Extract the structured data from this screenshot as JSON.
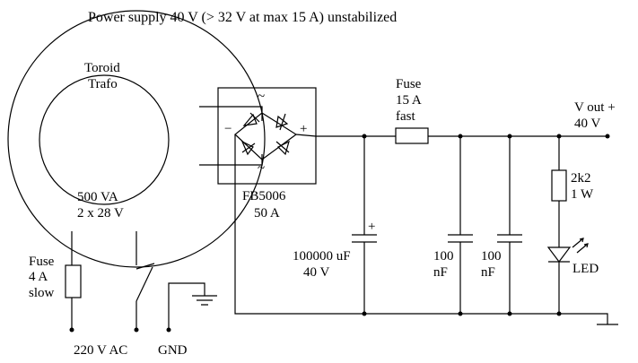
{
  "title": "Power supply 40 V (> 32 V at max 15 A) unstabilized",
  "transformer": {
    "name_line1": "Toroid",
    "name_line2": "Trafo",
    "rating_line1": "500 VA",
    "rating_line2": "2 x 28 V"
  },
  "bridge": {
    "part": "FB5006",
    "rating": "50 A",
    "ac_mark": "~",
    "plus_mark": "+",
    "minus_mark": "−"
  },
  "fuse_primary": {
    "line1": "Fuse",
    "line2": "4 A",
    "line3": "slow"
  },
  "fuse_output": {
    "line1": "Fuse",
    "line2": "15 A",
    "line3": "fast"
  },
  "input_label": "220 V AC",
  "ground_label": "GND",
  "cap_main": {
    "value": "100000 uF",
    "voltage": "40 V",
    "polarity": "+"
  },
  "cap_a": {
    "line1": "100",
    "line2": "nF"
  },
  "cap_b": {
    "line1": "100",
    "line2": "nF"
  },
  "resistor": {
    "line1": "2k2",
    "line2": "1 W"
  },
  "led_label": "LED",
  "output": {
    "line1": "V out +",
    "line2": "40 V"
  }
}
